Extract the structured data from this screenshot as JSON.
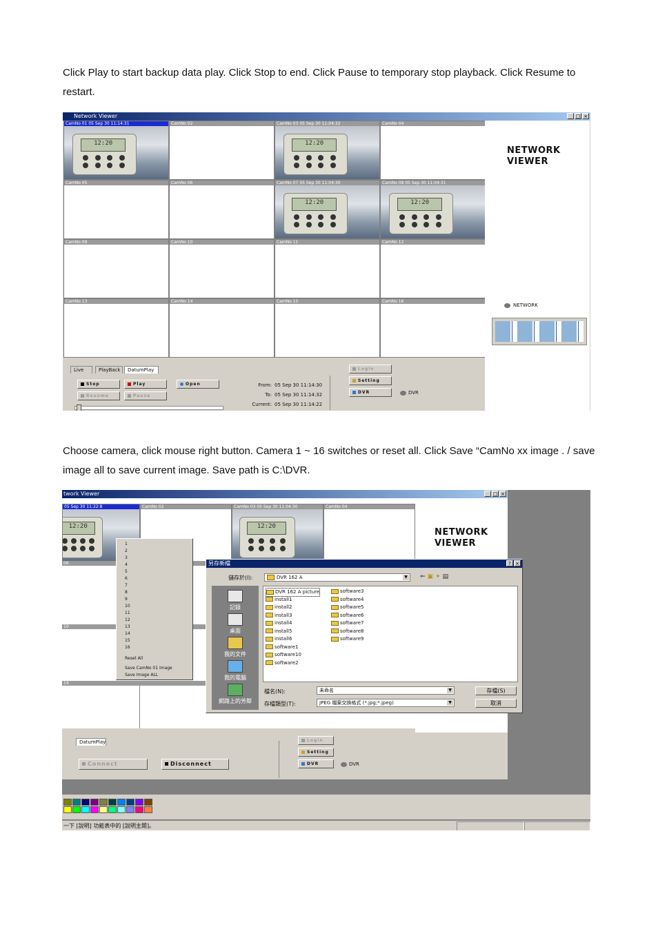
{
  "paragraph1": "Click Play to start backup data play. Click Stop to end. Click Pause to temporary stop playback. Click Resume to restart.",
  "paragraph2": "Choose camera, click mouse right button. Camera 1 ~ 16 switches or reset all. Click Save “CamNo xx image . / save image all to save current image. Save path is C:\\DVR.",
  "screenshot1": {
    "title": "Network Viewer",
    "window_buttons": [
      "_",
      "□",
      "×"
    ],
    "cells": [
      {
        "label": "CamNo 01 05 Sep 30 11:14:31",
        "feed": true,
        "selected": true
      },
      {
        "label": "CamNo 02",
        "feed": false
      },
      {
        "label": "CamNo 03 05 Sep 30 11:04:32",
        "feed": true
      },
      {
        "label": "CamNo 04",
        "feed": false
      },
      {
        "label": "CamNo 05",
        "feed": false
      },
      {
        "label": "CamNo 06",
        "feed": false
      },
      {
        "label": "CamNo 07 05 Sep 30 11:04:30",
        "feed": true
      },
      {
        "label": "CamNo 08 05 Sep 30 11:04:31",
        "feed": true
      },
      {
        "label": "CamNo 09",
        "feed": false
      },
      {
        "label": "CamNo 10",
        "feed": false
      },
      {
        "label": "CamNo 11",
        "feed": false
      },
      {
        "label": "CamNo 12",
        "feed": false
      },
      {
        "label": "CamNo 13",
        "feed": false
      },
      {
        "label": "CamNo 14",
        "feed": false
      },
      {
        "label": "CamNo 15",
        "feed": false
      },
      {
        "label": "CamNo 16",
        "feed": false
      }
    ],
    "lcd_text": "12:20",
    "logo_line1": "NETWORK",
    "logo_line2": "VIEWER",
    "network_label": "NETWORK",
    "tabs": [
      "Live",
      "PlayBack",
      "DatumPlay"
    ],
    "buttons": {
      "stop": "Stop",
      "play": "Play",
      "open": "Open",
      "resume": "Resume",
      "pause": "Pause"
    },
    "from_label": "From:",
    "from_value": "05 Sep 30 11:14:30",
    "to_label": "To:",
    "to_value": "05 Sep 30 11:14:32",
    "current_label": "Current:",
    "current_value": "05 Sep 30 11:14:22",
    "side_buttons": {
      "login": "Login",
      "setting": "Setting",
      "dvr": "DVR"
    },
    "dvr_label": "DVR",
    "colors": {
      "title_blue": "#0a246a",
      "selected_head": "#1b2bd0",
      "panel": "#d4d0c8"
    }
  },
  "screenshot2": {
    "title": "twork Viewer",
    "cell_labels": [
      "05 Sep 30 11:22:8",
      "CamNo 02",
      "CamNo 03 05 Sep 30 11:04:30",
      "CamNo 04",
      "06",
      "10",
      "14"
    ],
    "lcd_text": "12:20",
    "logo_line1": "NETWORK",
    "logo_line2": "VIEWER",
    "context_menu": [
      "1",
      "2",
      "3",
      "4",
      "5",
      "6",
      "7",
      "8",
      "9",
      "10",
      "11",
      "12",
      "13",
      "14",
      "15",
      "16",
      "Reset All",
      "Save CamNo 01 Image",
      "Save Image ALL"
    ],
    "dialog": {
      "title": "另存新檔",
      "save_in_label": "儲存於(I):",
      "save_in_value": "DVR 162 A",
      "places": [
        "記錄",
        "桌面",
        "我的文件",
        "我的電腦",
        "網路上的芳鄰"
      ],
      "files_col1": [
        "DVR 162 A picture",
        "install1",
        "install2",
        "install3",
        "install4",
        "install5",
        "install6",
        "software1",
        "software10",
        "software2"
      ],
      "files_col2": [
        "software3",
        "software4",
        "software5",
        "software6",
        "software7",
        "software8",
        "software9"
      ],
      "filename_label": "檔名(N):",
      "filename_value": "未命名",
      "filetype_label": "存檔類型(T):",
      "filetype_value": "JPEG 檔案交換格式 (*.jpg;*.jpeg)",
      "save_button": "存檔(S)",
      "cancel_button": "取消",
      "help_button": "?",
      "close_button": "×"
    },
    "tab_label": "DatumPlay",
    "buttons": {
      "connect": "Connect",
      "disconnect": "Disconnect",
      "login": "Login",
      "setting": "Setting",
      "dvr": "DVR"
    },
    "dvr_label": "DVR",
    "palette": [
      "#808000",
      "#008080",
      "#000080",
      "#800080",
      "#808040",
      "#004040",
      "#0080ff",
      "#004080",
      "#8000ff",
      "#804000",
      "#ffff00",
      "#00ff00",
      "#00ffff",
      "#ff00ff",
      "#ffff80",
      "#00ff80",
      "#80ffff",
      "#8080ff",
      "#ff0080",
      "#ff8040"
    ],
    "status_text": "一下 [說明] 功能表中的 [說明主題]。"
  }
}
